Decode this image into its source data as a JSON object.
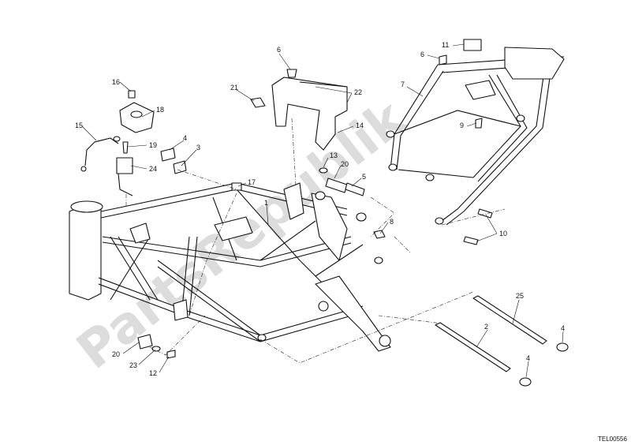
{
  "watermark": "PartsRepublik",
  "drawing_ref": "TEL00556",
  "callouts": {
    "c16": "16",
    "c18": "18",
    "c15": "15",
    "c19": "19",
    "c24": "24",
    "c4a": "4",
    "c3": "3",
    "c6a": "6",
    "c21": "21",
    "c22": "22",
    "c14": "14",
    "c17": "17",
    "c1": "1",
    "c13": "13",
    "c20a": "20",
    "c5": "5",
    "c8": "8",
    "c11": "11",
    "c6b": "6",
    "c7": "7",
    "c9": "9",
    "c10": "10",
    "c25": "25",
    "c2": "2",
    "c4b": "4",
    "c4c": "4",
    "c20b": "20",
    "c23": "23",
    "c12": "12"
  }
}
